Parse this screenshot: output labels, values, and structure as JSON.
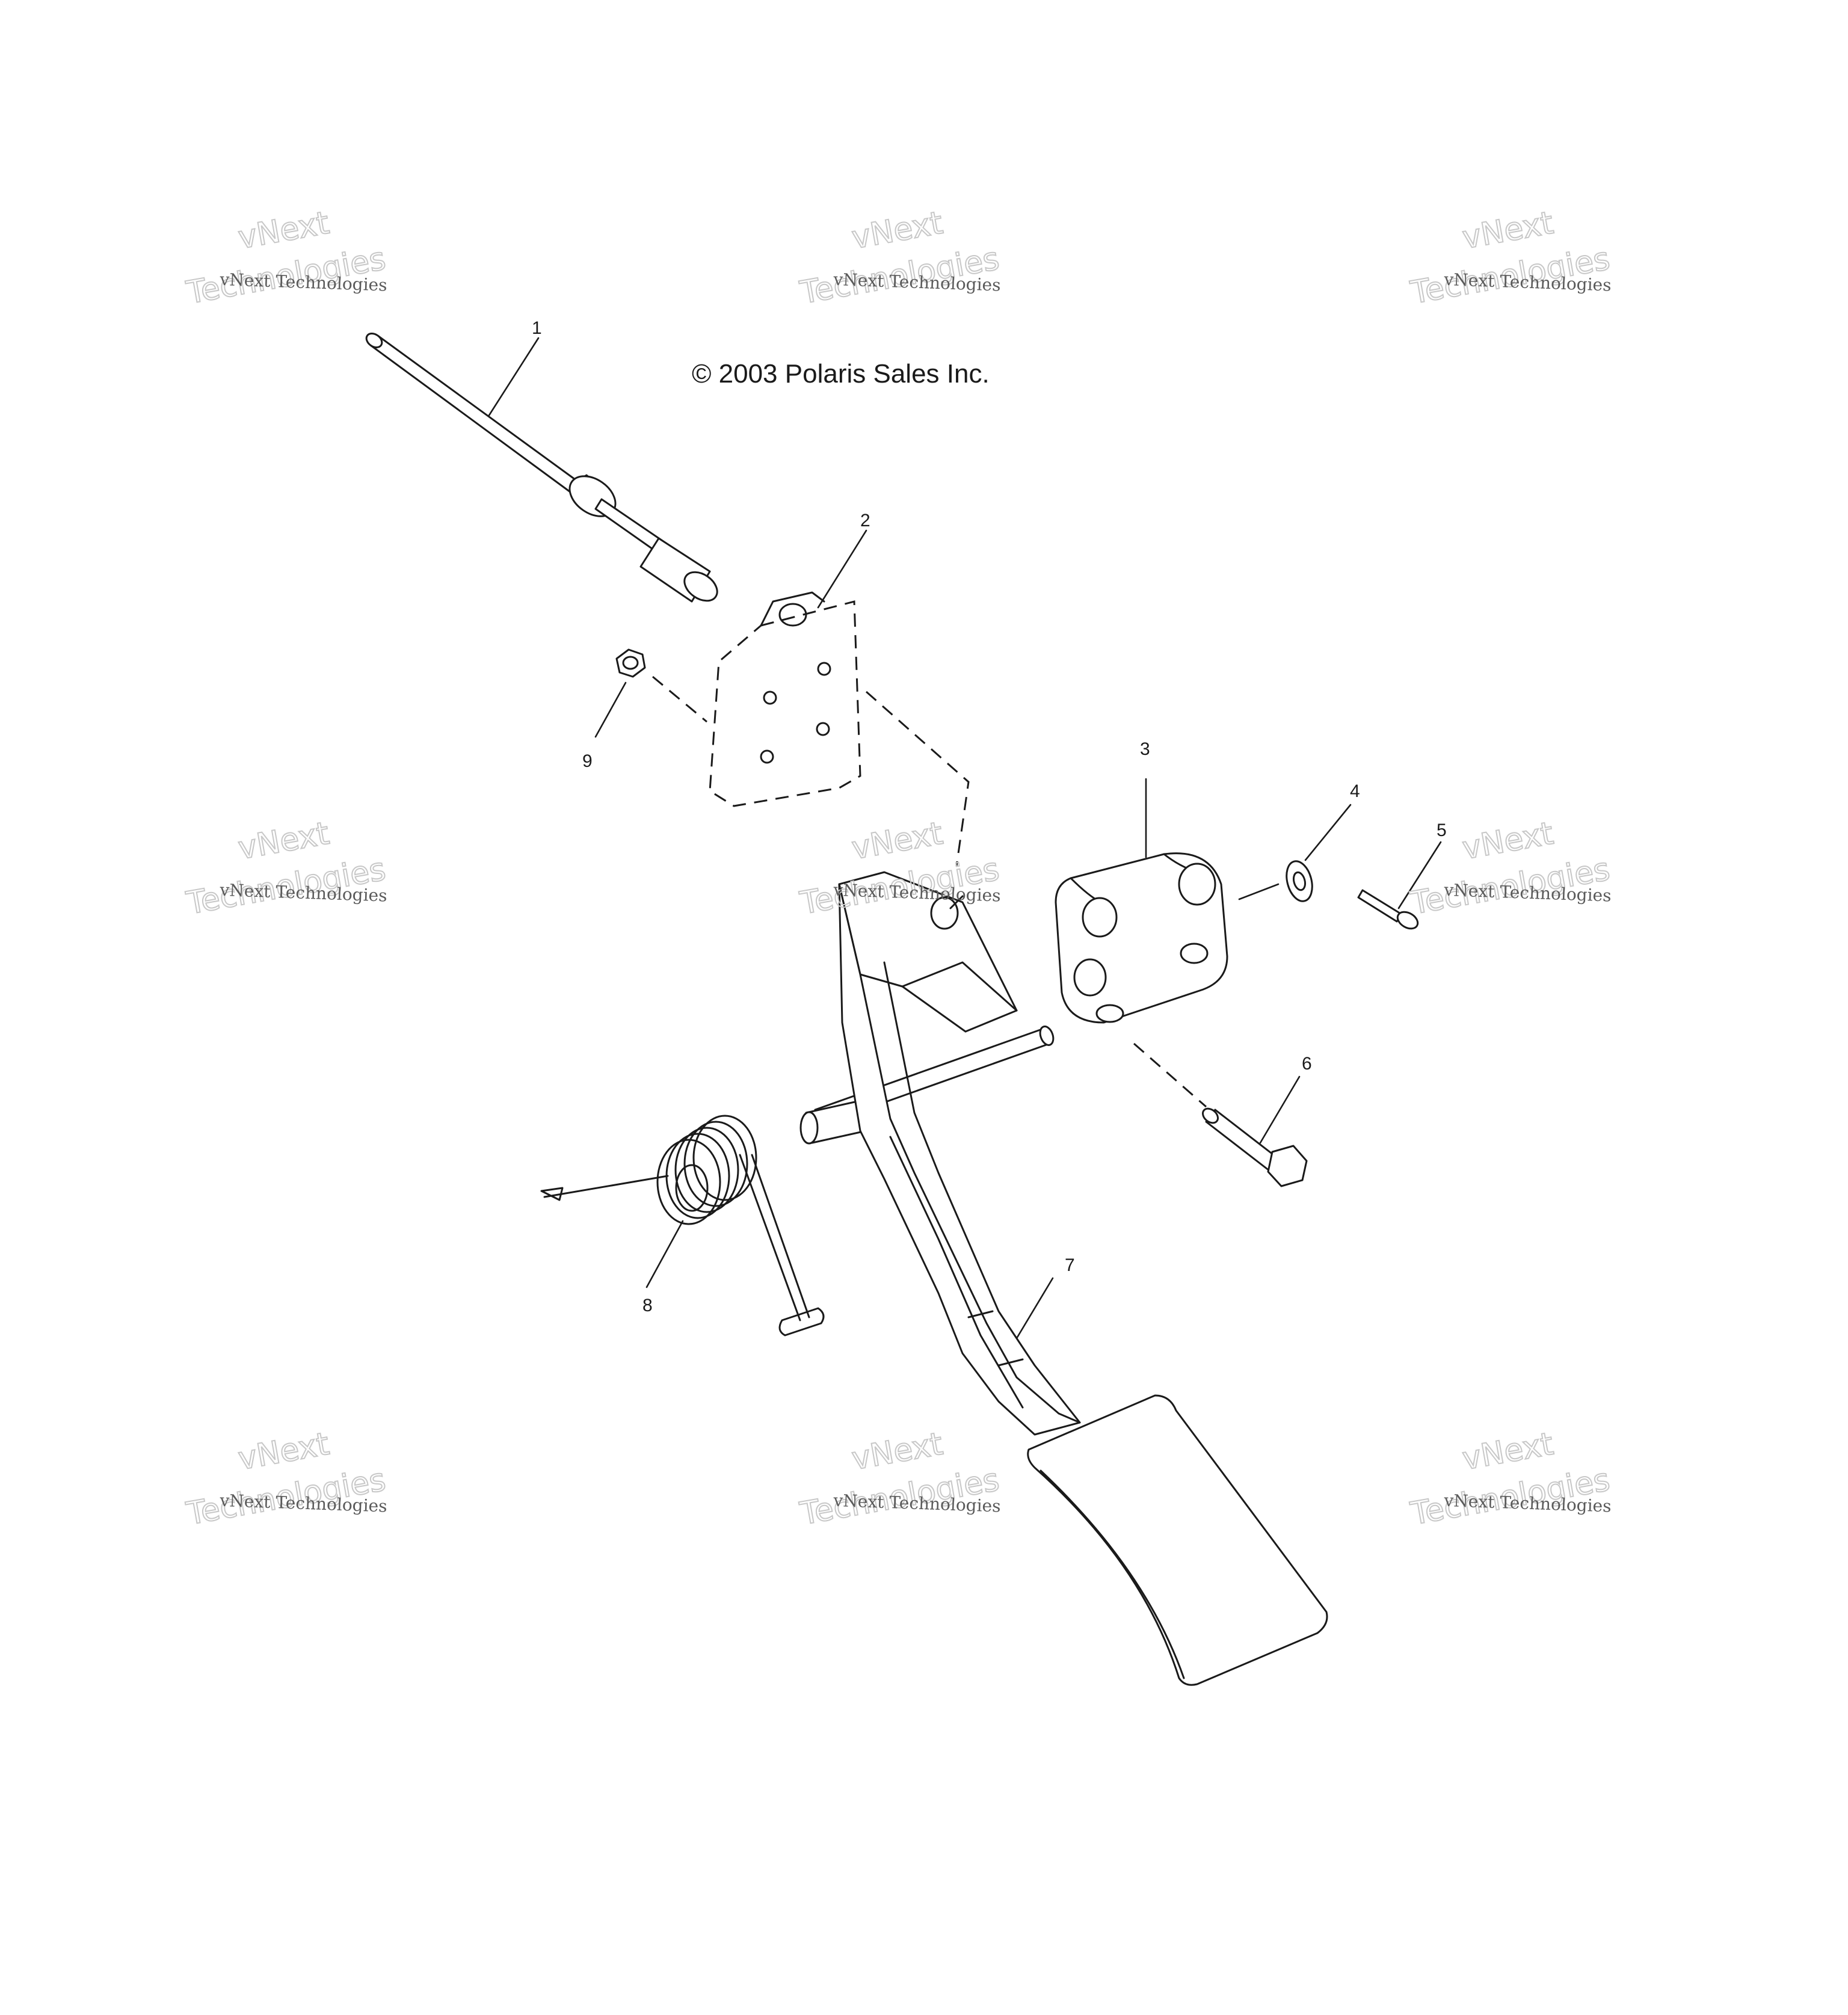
{
  "copyright": "© 2003 Polaris Sales Inc.",
  "watermark": {
    "line1": "vNext",
    "line2": "Technologies",
    "small": "vNext Technologies"
  },
  "callouts": {
    "c1": "1",
    "c2": "2",
    "c3": "3",
    "c4": "4",
    "c5": "5",
    "c6": "6",
    "c7": "7",
    "c8": "8",
    "c9": "9"
  },
  "colors": {
    "ink": "#1a1a1a",
    "watermark_outline": "#c8c8c8",
    "watermark_text": "#5a5a5a",
    "background": "#ffffff"
  }
}
